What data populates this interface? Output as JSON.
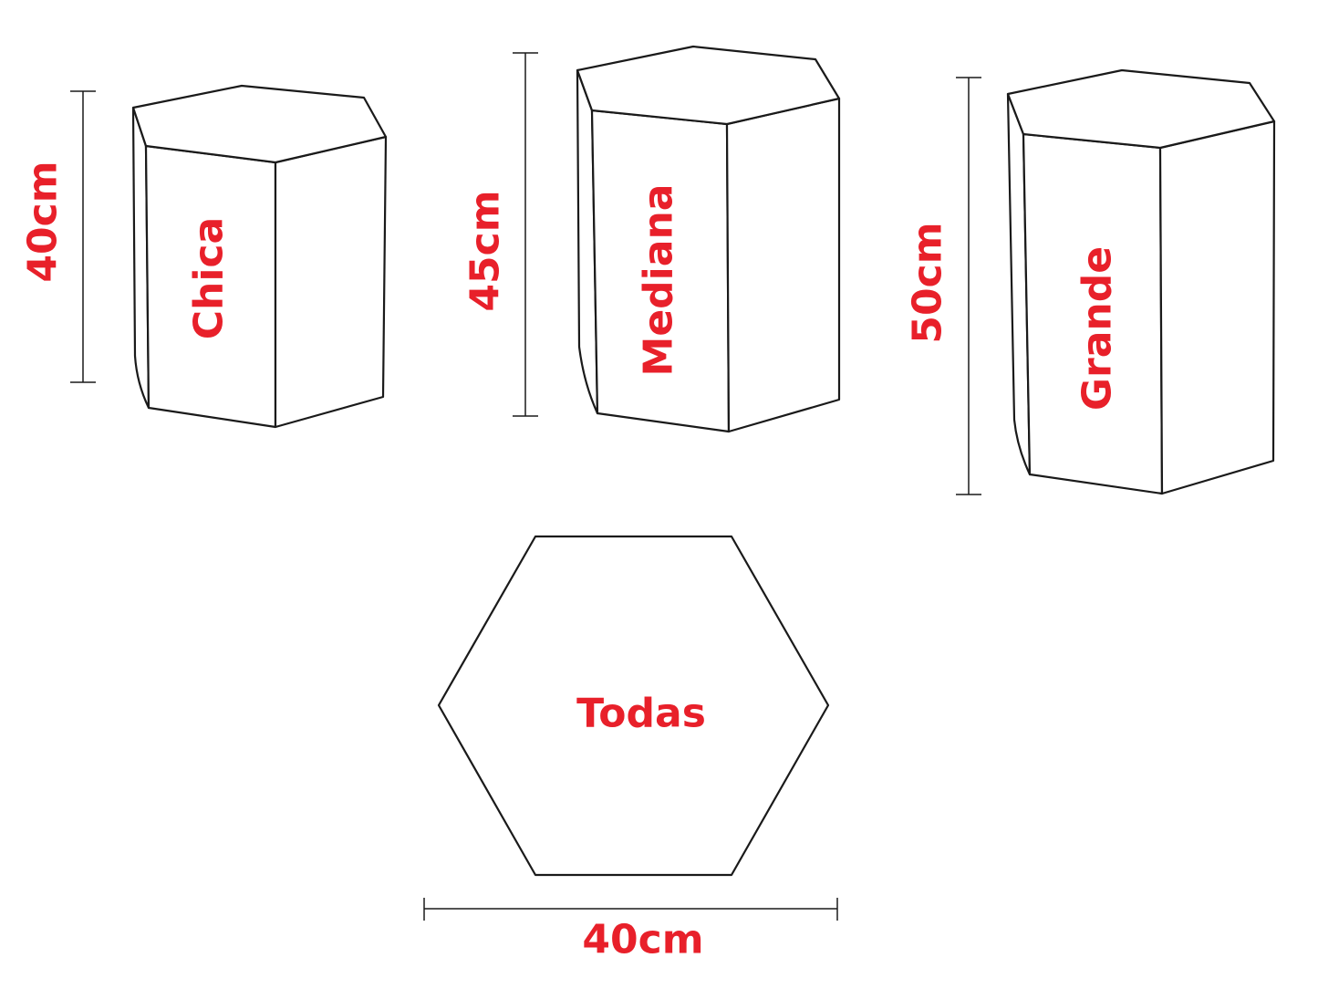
{
  "colors": {
    "label": "#e8202a",
    "outline": "#1a1a1a"
  },
  "sizes": [
    {
      "name": "Chica",
      "height": "40cm"
    },
    {
      "name": "Mediana",
      "height": "45cm"
    },
    {
      "name": "Grande",
      "height": "50cm"
    }
  ],
  "top_view": {
    "name": "Todas",
    "width": "40cm"
  }
}
